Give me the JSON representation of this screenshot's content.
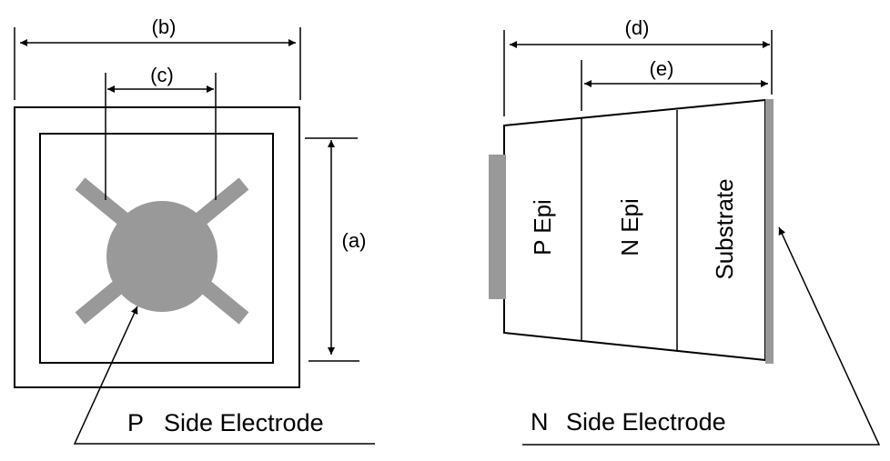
{
  "colors": {
    "line": "#000000",
    "electrode": "#999999",
    "background": "#ffffff"
  },
  "left_view": {
    "dimension_labels": {
      "a": "(a)",
      "b": "(b)",
      "c": "(c)"
    },
    "callout": {
      "prefix": "P",
      "text": "Side Electrode"
    }
  },
  "right_view": {
    "dimension_labels": {
      "d": "(d)",
      "e": "(e)"
    },
    "layers": [
      {
        "name": "P Epi"
      },
      {
        "name": "N Epi"
      },
      {
        "name": "Substrate"
      }
    ],
    "callout": {
      "prefix": "N",
      "text": "Side Electrode"
    }
  }
}
